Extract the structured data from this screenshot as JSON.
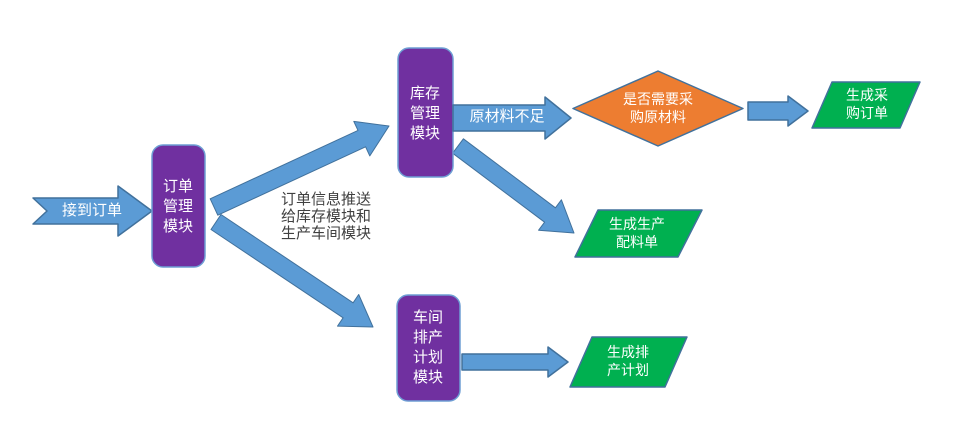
{
  "diagram": {
    "background_color": "#FFFFFF",
    "colors": {
      "connector_fill": "#5B9BD5",
      "connector_border": "#41719C",
      "module_fill": "#7030A0",
      "module_border": "#6E9ED4",
      "decision_fill": "#ED7D31",
      "decision_border": "#41719C",
      "output_fill": "#00B050",
      "output_border": "#41719C",
      "shape_text_color": "#FFFFFF",
      "note_text_color": "#404040"
    },
    "nodes": {
      "receive_order": {
        "label": "接到订单"
      },
      "order_module": {
        "label": "订单\n管理\n模块"
      },
      "inventory_module": {
        "label": "库存\n管理\n模块"
      },
      "decision_purchase": {
        "label": "是否需要采\n购原材料"
      },
      "purchase_order_output": {
        "label": "生成采\n购订单"
      },
      "production_bom_output": {
        "label": "生成生产\n配料单"
      },
      "workshop_module": {
        "label": "车间\n排产\n计划\n模块"
      },
      "schedule_output": {
        "label": "生成排\n产计划"
      }
    },
    "edges": {
      "raw_material_shortage": {
        "label": "原材料不足"
      },
      "order_push_note": {
        "label": "订单信息推送\n给库存模块和\n生产车间模块"
      }
    }
  }
}
